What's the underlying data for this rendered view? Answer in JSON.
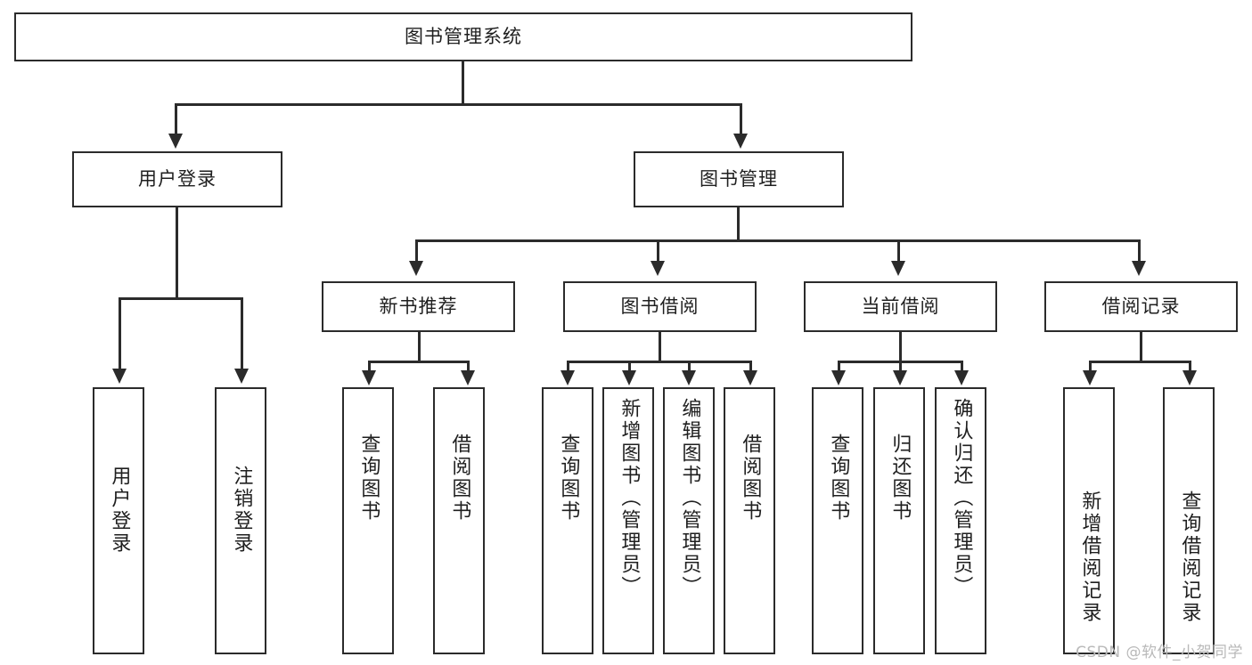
{
  "diagram": {
    "type": "tree-hierarchy",
    "title": "图书管理系统",
    "watermark": "CSDN @软件_小贺同学",
    "colors": {
      "border": "#2b2b2b",
      "background": "#ffffff",
      "text": "#1f1f1f",
      "watermark": "#b9b9b9"
    },
    "root": {
      "label": "图书管理系统"
    },
    "level2": [
      {
        "label": "用户登录"
      },
      {
        "label": "图书管理"
      }
    ],
    "level3": [
      {
        "label": "新书推荐"
      },
      {
        "label": "图书借阅"
      },
      {
        "label": "当前借阅"
      },
      {
        "label": "借阅记录"
      }
    ],
    "leaves": {
      "user_login": [
        {
          "label": "用户登录"
        },
        {
          "label": "注销登录"
        }
      ],
      "new_book_recommend": [
        {
          "label": "查询图书"
        },
        {
          "label": "借阅图书"
        }
      ],
      "book_borrow": [
        {
          "label": "查询图书"
        },
        {
          "label": "新增图书（管理员）"
        },
        {
          "label": "编辑图书（管理员）"
        },
        {
          "label": "借阅图书"
        }
      ],
      "current_borrow": [
        {
          "label": "查询图书"
        },
        {
          "label": "归还图书"
        },
        {
          "label": "确认归还（管理员）"
        }
      ],
      "borrow_record": [
        {
          "label": "新增借阅记录"
        },
        {
          "label": "查询借阅记录"
        }
      ]
    }
  }
}
